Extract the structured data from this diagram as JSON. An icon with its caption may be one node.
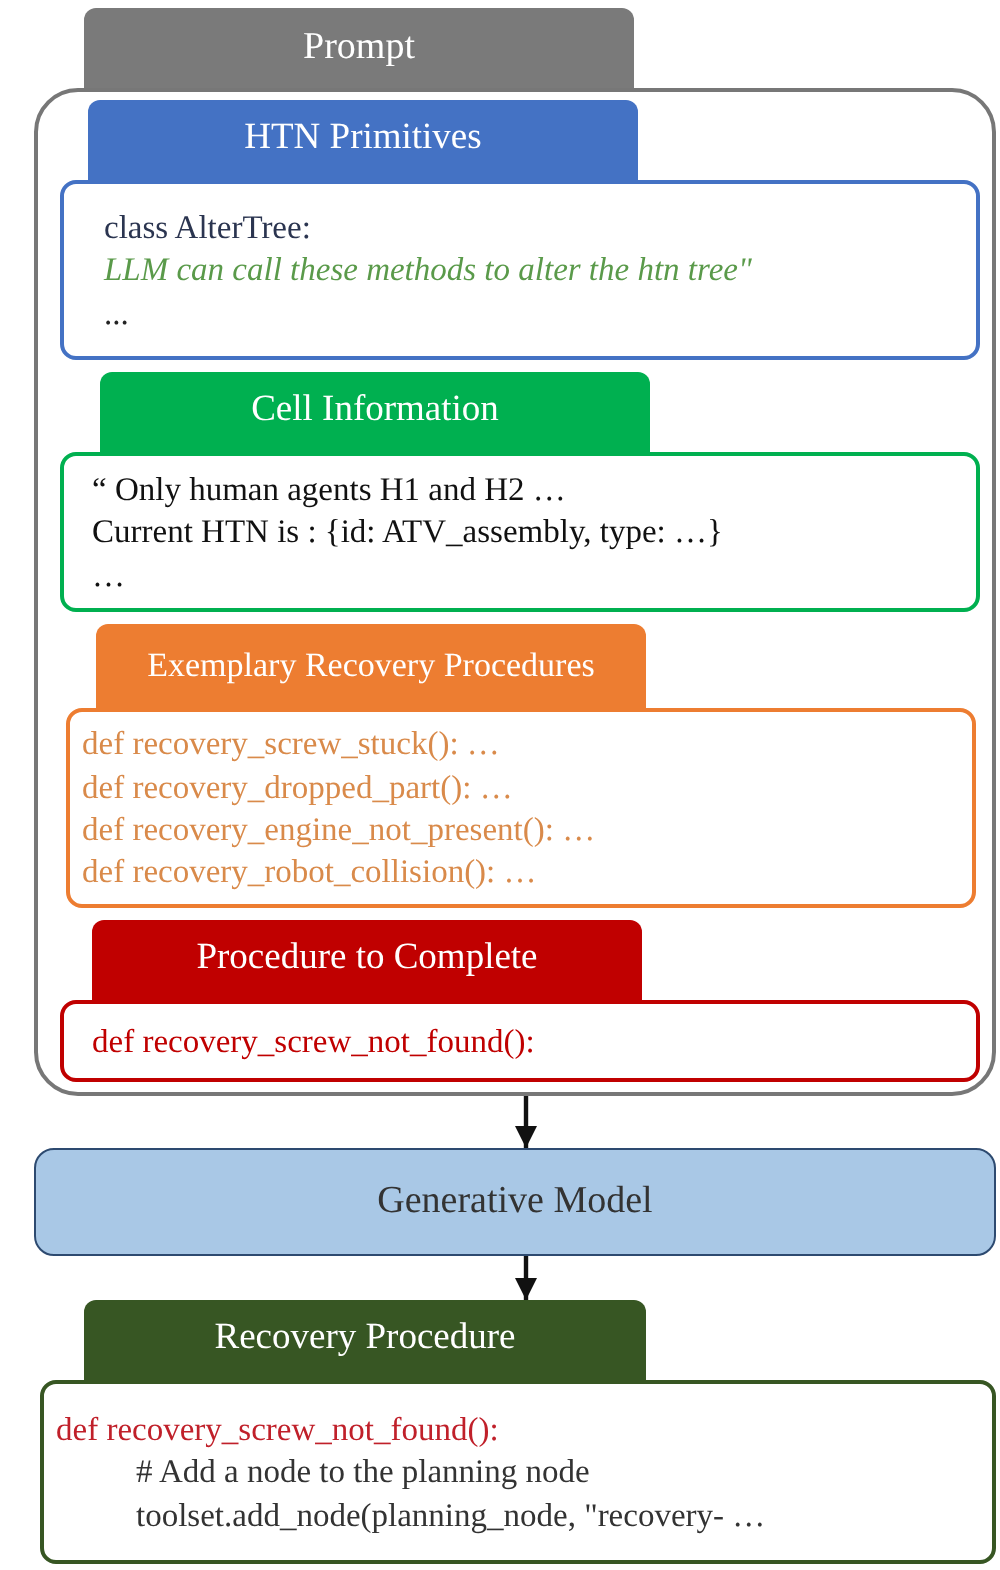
{
  "diagram": {
    "nodes": [
      {
        "text": [
          "Prompt"
        ]
      },
      {
        "text": [
          "HTN Primitives",
          "class AlterTree:",
          "LLM can call these methods to alter the htn tree\"",
          "..."
        ],
        "in": 0
      },
      {
        "text": [
          "Cell Information",
          "“ Only human agents H1 and H2 …",
          "Current HTN is : {id: ATV_assembly, type: …}",
          "…"
        ],
        "in": 0
      },
      {
        "text": [
          "Exemplary Recovery Procedures",
          "def recovery_screw_stuck():  …",
          "def recovery_dropped_part(): …",
          "def recovery_engine_not_present(): …",
          "def recovery_robot_collision(): …"
        ],
        "in": 0
      },
      {
        "text": [
          "Procedure to Complete",
          "def recovery_screw_not_found():"
        ],
        "in": 0
      },
      {
        "text": [
          "Generative Model"
        ]
      },
      {
        "text": [
          "Recovery Procedure",
          "def recovery_screw_not_found():",
          "# Add a node to the planning node",
          "toolset.add_node(planning_node, \"recovery- …"
        ]
      }
    ],
    "edges": [
      {
        "from": 0,
        "to": 5,
        "arrow": "to"
      },
      {
        "from": 5,
        "to": 6,
        "arrow": "to"
      }
    ]
  }
}
